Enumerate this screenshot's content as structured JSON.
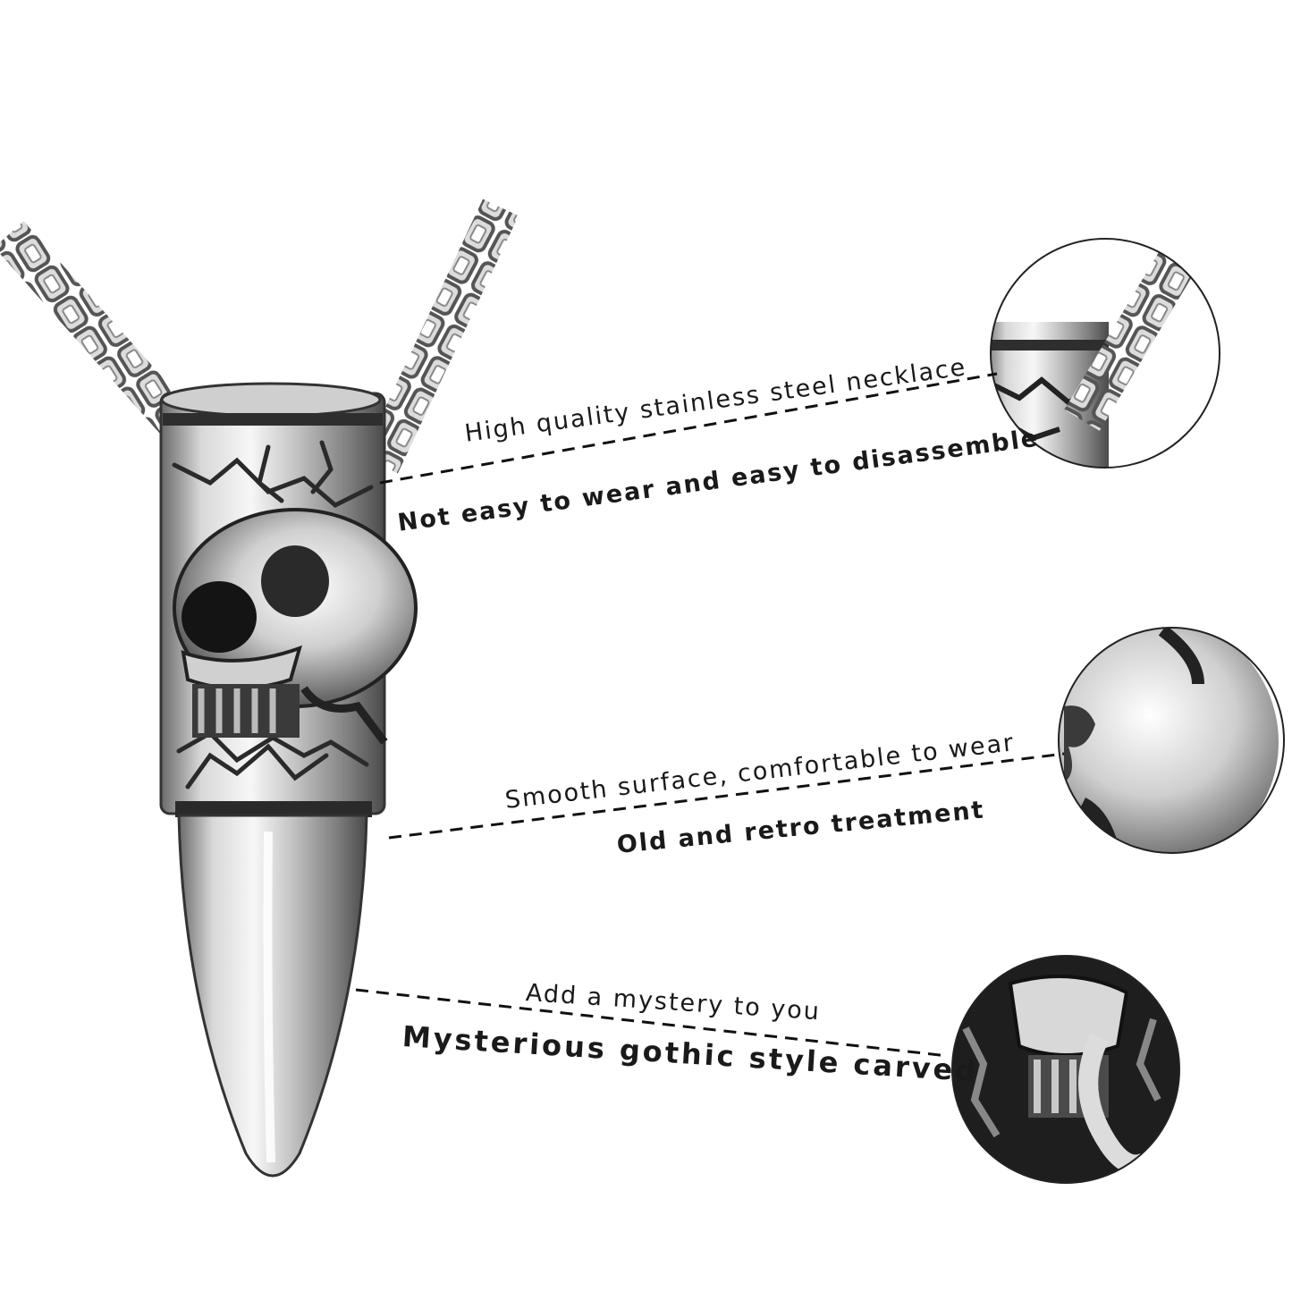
{
  "colors": {
    "background": "#ffffff",
    "text": "#1a1a1a",
    "steel_light": "#f2f2f2",
    "steel_mid": "#b8b8b8",
    "steel_dark": "#3a3a3a",
    "leader_line": "#111111"
  },
  "callouts": [
    {
      "primary": "High quality stainless steel necklace",
      "secondary": "Not easy to wear and easy to disassemble",
      "detail_icon": "chain-and-top-detail"
    },
    {
      "primary": "Smooth surface, comfortable to wear",
      "secondary": "Old and retro treatment",
      "detail_icon": "skull-dome-detail"
    },
    {
      "primary": "Add a mystery to you",
      "secondary": "Mysterious gothic style carved",
      "detail_icon": "skeleton-carving-detail"
    }
  ]
}
